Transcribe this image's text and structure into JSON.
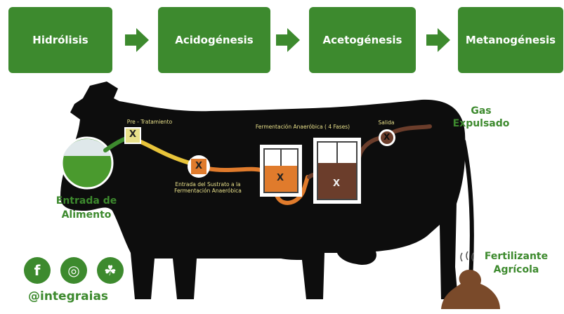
{
  "stages": [
    {
      "label": "Hidrólisis"
    },
    {
      "label": "Acidogénesis"
    },
    {
      "label": "Acetogénesis"
    },
    {
      "label": "Metanogénesis"
    }
  ],
  "labels": {
    "pretratamiento": "Pre - Tratamiento",
    "entrada_sustrato": "Entrada del Sustrato a la Fermentación Anaeróbica",
    "fermentacion": "Fermentación Anaeróbica ( 4 Fases)",
    "salida": "Salida",
    "gas_expulsado": "Gas Expulsado",
    "entrada_alimento": "Entrada de Alimento",
    "fertilizante": "Fertilizante Agrícola",
    "handle": "@integraias"
  },
  "markers": {
    "symbol": "X"
  },
  "social_icons": [
    {
      "name": "facebook-icon",
      "glyph": "f"
    },
    {
      "name": "instagram-icon",
      "glyph": "◎"
    },
    {
      "name": "community-icon",
      "glyph": "☘"
    }
  ],
  "colors": {
    "green": "#3d8a2e",
    "cow": "#0d0d0d",
    "orange": "#e07b2c",
    "brown": "#6b3d2b",
    "yellow": "#e8e08a"
  }
}
